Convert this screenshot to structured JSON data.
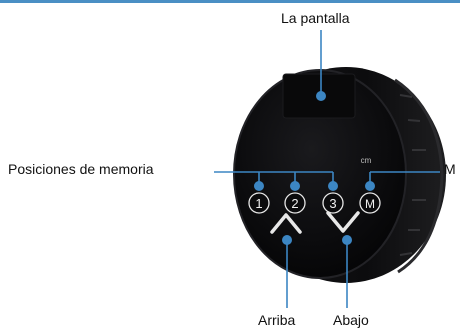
{
  "labels": {
    "screen": "La pantalla",
    "memory_positions": "Posiciones de memoria",
    "memory_button": "M",
    "up": "Arriba",
    "down": "Abajo"
  },
  "panel": {
    "unit": "cm",
    "buttons": [
      "1",
      "2",
      "3",
      "M"
    ]
  },
  "colors": {
    "callout_line": "#3c86c3",
    "callout_dot": "#3c86c3",
    "panel_face": "#0b0b0d",
    "button_outline": "#e6e6e6",
    "top_rule": "#4a8fc4"
  },
  "icons": {
    "up": "chevron-up-icon",
    "down": "chevron-down-icon"
  }
}
